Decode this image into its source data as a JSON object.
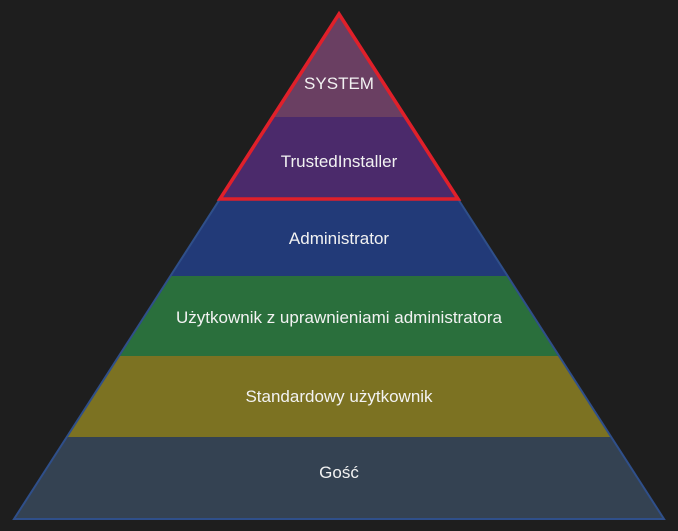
{
  "background_color": "#1e1e1e",
  "outline_color": "#2f4f8a",
  "highlight_color": "#e0202a",
  "tiers": [
    {
      "label": "SYSTEM",
      "color": "#6a3f62",
      "highlighted": true
    },
    {
      "label": "TrustedInstaller",
      "color": "#4b2a6b",
      "highlighted": true
    },
    {
      "label": "Administrator",
      "color": "#223a78",
      "highlighted": false
    },
    {
      "label": "Użytkownik z uprawnieniami administratora",
      "color": "#2a6f3c",
      "highlighted": false
    },
    {
      "label": "Standardowy użytkownik",
      "color": "#7c7222",
      "highlighted": false
    },
    {
      "label": "Gość",
      "color": "#344252",
      "highlighted": false
    }
  ]
}
